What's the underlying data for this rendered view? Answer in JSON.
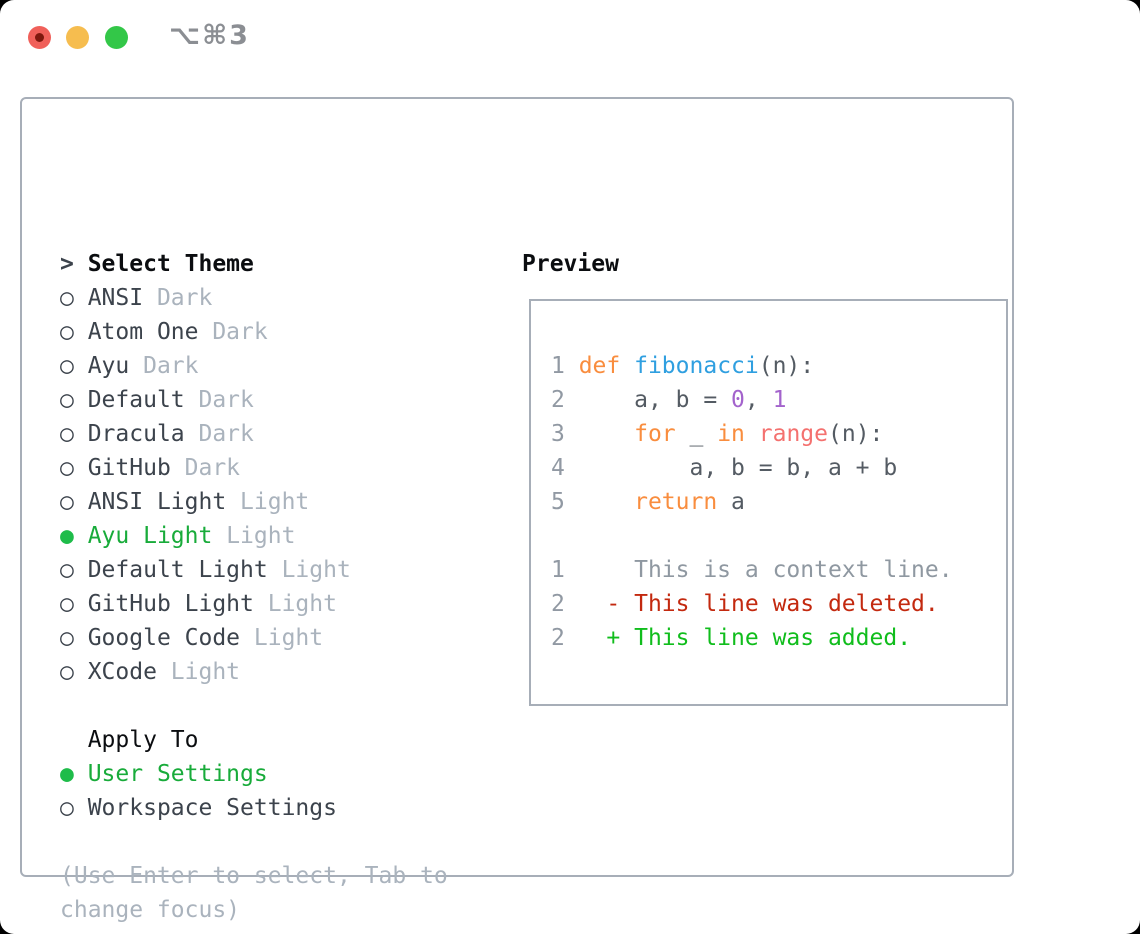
{
  "window": {
    "title": "⌥⌘3",
    "traffic_lights": [
      {
        "name": "close"
      },
      {
        "name": "minimize"
      },
      {
        "name": "zoom"
      }
    ]
  },
  "markers": {
    "header": "> ",
    "unselected": "○ ",
    "selected": "● "
  },
  "theme_panel": {
    "header": "Select Theme",
    "items": [
      {
        "name": "ANSI",
        "variant": "Dark",
        "selected": false
      },
      {
        "name": "Atom One",
        "variant": "Dark",
        "selected": false
      },
      {
        "name": "Ayu",
        "variant": "Dark",
        "selected": false
      },
      {
        "name": "Default",
        "variant": "Dark",
        "selected": false
      },
      {
        "name": "Dracula",
        "variant": "Dark",
        "selected": false
      },
      {
        "name": "GitHub",
        "variant": "Dark",
        "selected": false
      },
      {
        "name": "ANSI Light",
        "variant": "Light",
        "selected": false
      },
      {
        "name": "Ayu Light",
        "variant": "Light",
        "selected": true
      },
      {
        "name": "Default Light",
        "variant": "Light",
        "selected": false
      },
      {
        "name": "GitHub Light",
        "variant": "Light",
        "selected": false
      },
      {
        "name": "Google Code",
        "variant": "Light",
        "selected": false
      },
      {
        "name": "XCode",
        "variant": "Light",
        "selected": false
      }
    ],
    "apply_header": "Apply To",
    "apply_options": [
      {
        "label": "User Settings",
        "selected": true
      },
      {
        "label": "Workspace Settings",
        "selected": false
      }
    ],
    "footer_lines": [
      "(Use Enter to select, Tab to",
      "change focus)"
    ]
  },
  "preview": {
    "header": "Preview",
    "code_lines": [
      {
        "segments": [
          [
            "1 ",
            "lnum"
          ],
          [
            "def",
            "keyword"
          ],
          [
            " ",
            "code"
          ],
          [
            "fibonacci",
            "function"
          ],
          [
            "(n):",
            "code"
          ]
        ]
      },
      {
        "segments": [
          [
            "2 ",
            "lnum"
          ],
          [
            "    a, b = ",
            "code"
          ],
          [
            "0",
            "number"
          ],
          [
            ", ",
            "code"
          ],
          [
            "1",
            "number"
          ]
        ]
      },
      {
        "segments": [
          [
            "3 ",
            "lnum"
          ],
          [
            "    ",
            "code"
          ],
          [
            "for",
            "keyword"
          ],
          [
            " _ ",
            "code"
          ],
          [
            "in",
            "keyword"
          ],
          [
            " ",
            "code"
          ],
          [
            "range",
            "builtin"
          ],
          [
            "(n):",
            "code"
          ]
        ]
      },
      {
        "segments": [
          [
            "4 ",
            "lnum"
          ],
          [
            "        a, b = b, a + b",
            "code"
          ]
        ]
      },
      {
        "segments": [
          [
            "5 ",
            "lnum"
          ],
          [
            "    ",
            "code"
          ],
          [
            "return",
            "keyword"
          ],
          [
            " a",
            "code"
          ]
        ]
      },
      {
        "segments": []
      },
      {
        "segments": [
          [
            "1",
            "lnum"
          ],
          [
            "     This is a context line.",
            "context"
          ]
        ]
      },
      {
        "segments": [
          [
            "2",
            "lnum"
          ],
          [
            "   ",
            "code"
          ],
          [
            "- This line was deleted.",
            "deleted"
          ]
        ]
      },
      {
        "segments": [
          [
            "2",
            "lnum"
          ],
          [
            "   ",
            "code"
          ],
          [
            "+ This line was added.",
            "added"
          ]
        ]
      }
    ]
  },
  "colors": {
    "ui": {
      "border": "#a7aeb8",
      "header": "#0b0d10",
      "name": "#3c434c",
      "variant": "#aab3bd",
      "accent": "#18ab3a",
      "accent_dot": "#1fbc4a",
      "ring": "#3c434c",
      "footer": "#aab3bd",
      "title": "#8b8e93",
      "close": "#f0605a",
      "close_dot": "#7e180e",
      "min": "#f6bd4f",
      "zoom": "#33c748"
    },
    "tokens": {
      "lnum": "#9199a3",
      "code": "#545b63",
      "keyword": "#f98d3e",
      "function": "#2f9fe0",
      "builtin": "#f4716f",
      "number": "#a363cc",
      "context": "#8f98a1",
      "deleted": "#c3290f",
      "added": "#10bd1c"
    }
  }
}
